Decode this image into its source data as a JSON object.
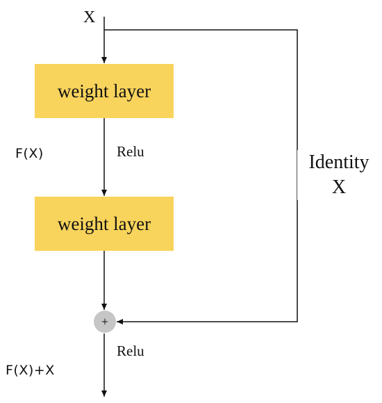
{
  "diagram": {
    "input_label": "X",
    "layers": [
      "weight layer",
      "weight layer"
    ],
    "activation_1": "Relu",
    "activation_2": "Relu",
    "residual_label": "F(X)",
    "output_label": "F(X)+X",
    "identity_line1": "Identity",
    "identity_line2": "X",
    "add_symbol": "+"
  },
  "colors": {
    "layer_fill": "#f9d45c",
    "add_node_fill": "#c6c6c6",
    "line": "#111111"
  }
}
